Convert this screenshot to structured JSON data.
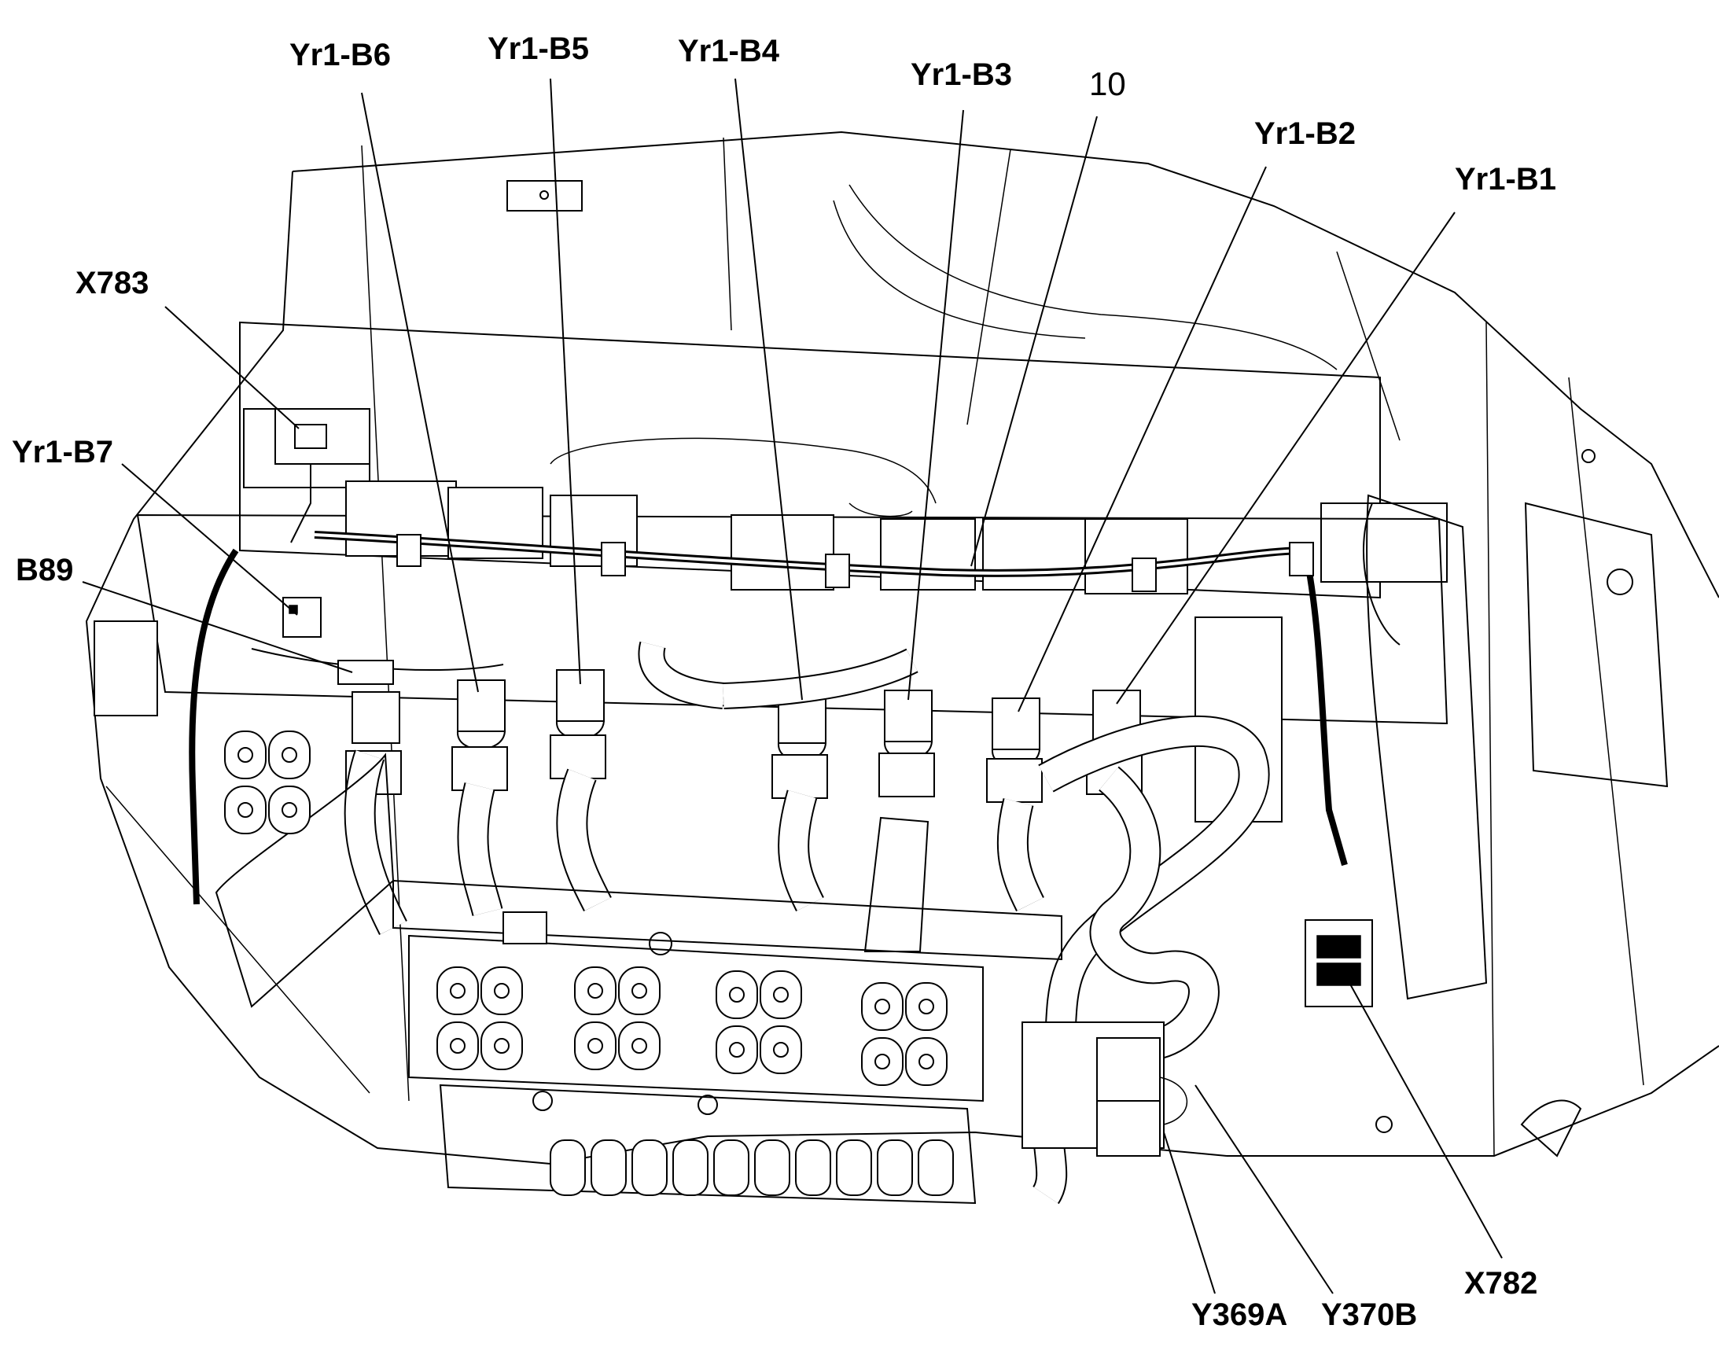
{
  "callouts": {
    "yr1_b6": "Yr1-B6",
    "yr1_b5": "Yr1-B5",
    "yr1_b4": "Yr1-B4",
    "yr1_b3": "Yr1-B3",
    "item_10": "10",
    "yr1_b2": "Yr1-B2",
    "yr1_b1": "Yr1-B1",
    "x783": "X783",
    "yr1_b7": "Yr1-B7",
    "b89": "B89",
    "x782": "X782",
    "y369a": "Y369A",
    "y370b": "Y370B"
  }
}
